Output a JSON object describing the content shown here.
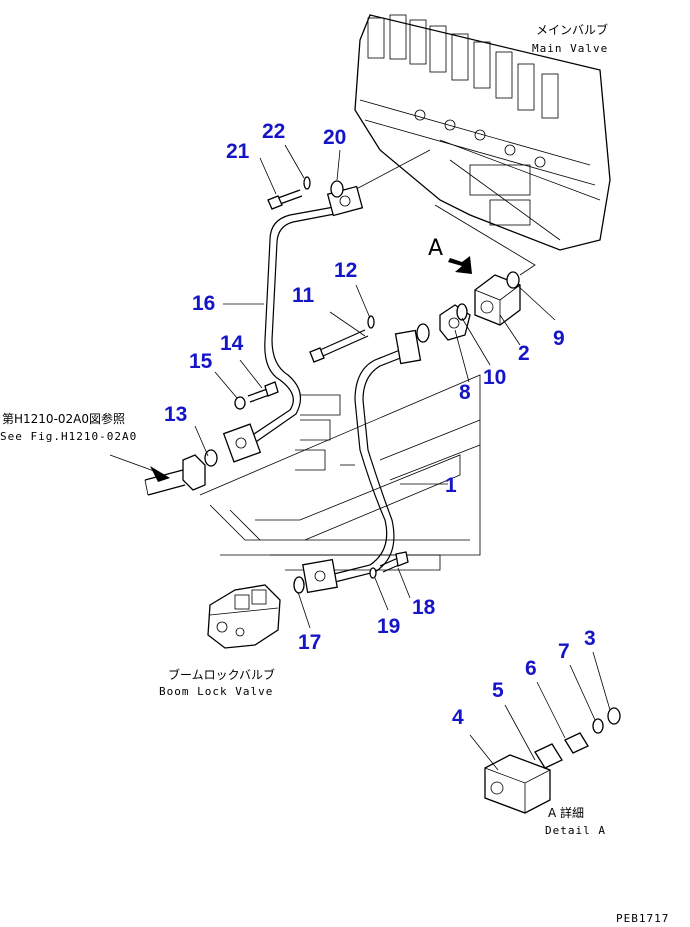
{
  "labels": {
    "main_valve_jp": "メインバルブ",
    "main_valve_en": "Main Valve",
    "see_fig_jp": "第H1210-02A0図参照",
    "see_fig_en": "See Fig.H1210-02A0",
    "boom_lock_jp": "ブームロックバルブ",
    "boom_lock_en": "Boom Lock Valve",
    "detail_jp": "A 詳細",
    "detail_en": "Detail A",
    "view_a": "A",
    "drawing_code": "PEB1717"
  },
  "callouts": [
    "1",
    "2",
    "3",
    "4",
    "5",
    "6",
    "7",
    "8",
    "9",
    "10",
    "11",
    "12",
    "13",
    "14",
    "15",
    "16",
    "17",
    "18",
    "19",
    "20",
    "21",
    "22"
  ],
  "colors": {
    "callout": "#1515c8",
    "line": "#000000",
    "background": "#ffffff"
  }
}
